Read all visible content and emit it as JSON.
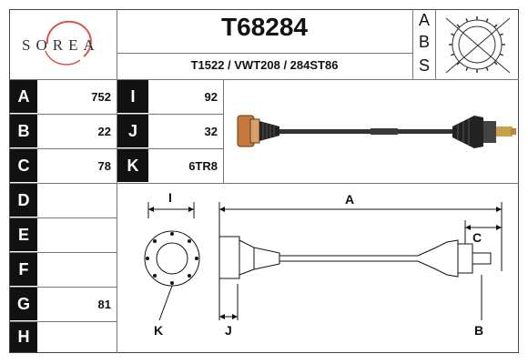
{
  "brand": {
    "name": "SOREA",
    "color": "#d9534f"
  },
  "header": {
    "part_number": "T68284",
    "cross_refs": "T1522 / VWT208 / 284ST86"
  },
  "abs_letters": [
    "A",
    "B",
    "S"
  ],
  "specs_left": [
    {
      "label": "A",
      "value": "752"
    },
    {
      "label": "B",
      "value": "22"
    },
    {
      "label": "C",
      "value": "78"
    },
    {
      "label": "D",
      "value": ""
    },
    {
      "label": "E",
      "value": ""
    },
    {
      "label": "F",
      "value": ""
    },
    {
      "label": "G",
      "value": "81"
    },
    {
      "label": "H",
      "value": ""
    }
  ],
  "specs_mid": [
    {
      "label": "I",
      "value": "92"
    },
    {
      "label": "J",
      "value": "32"
    },
    {
      "label": "K",
      "value": "6TR8"
    }
  ],
  "diagram_labels": {
    "a": "A",
    "b": "B",
    "c": "C",
    "i": "I",
    "j": "J",
    "k": "K"
  }
}
